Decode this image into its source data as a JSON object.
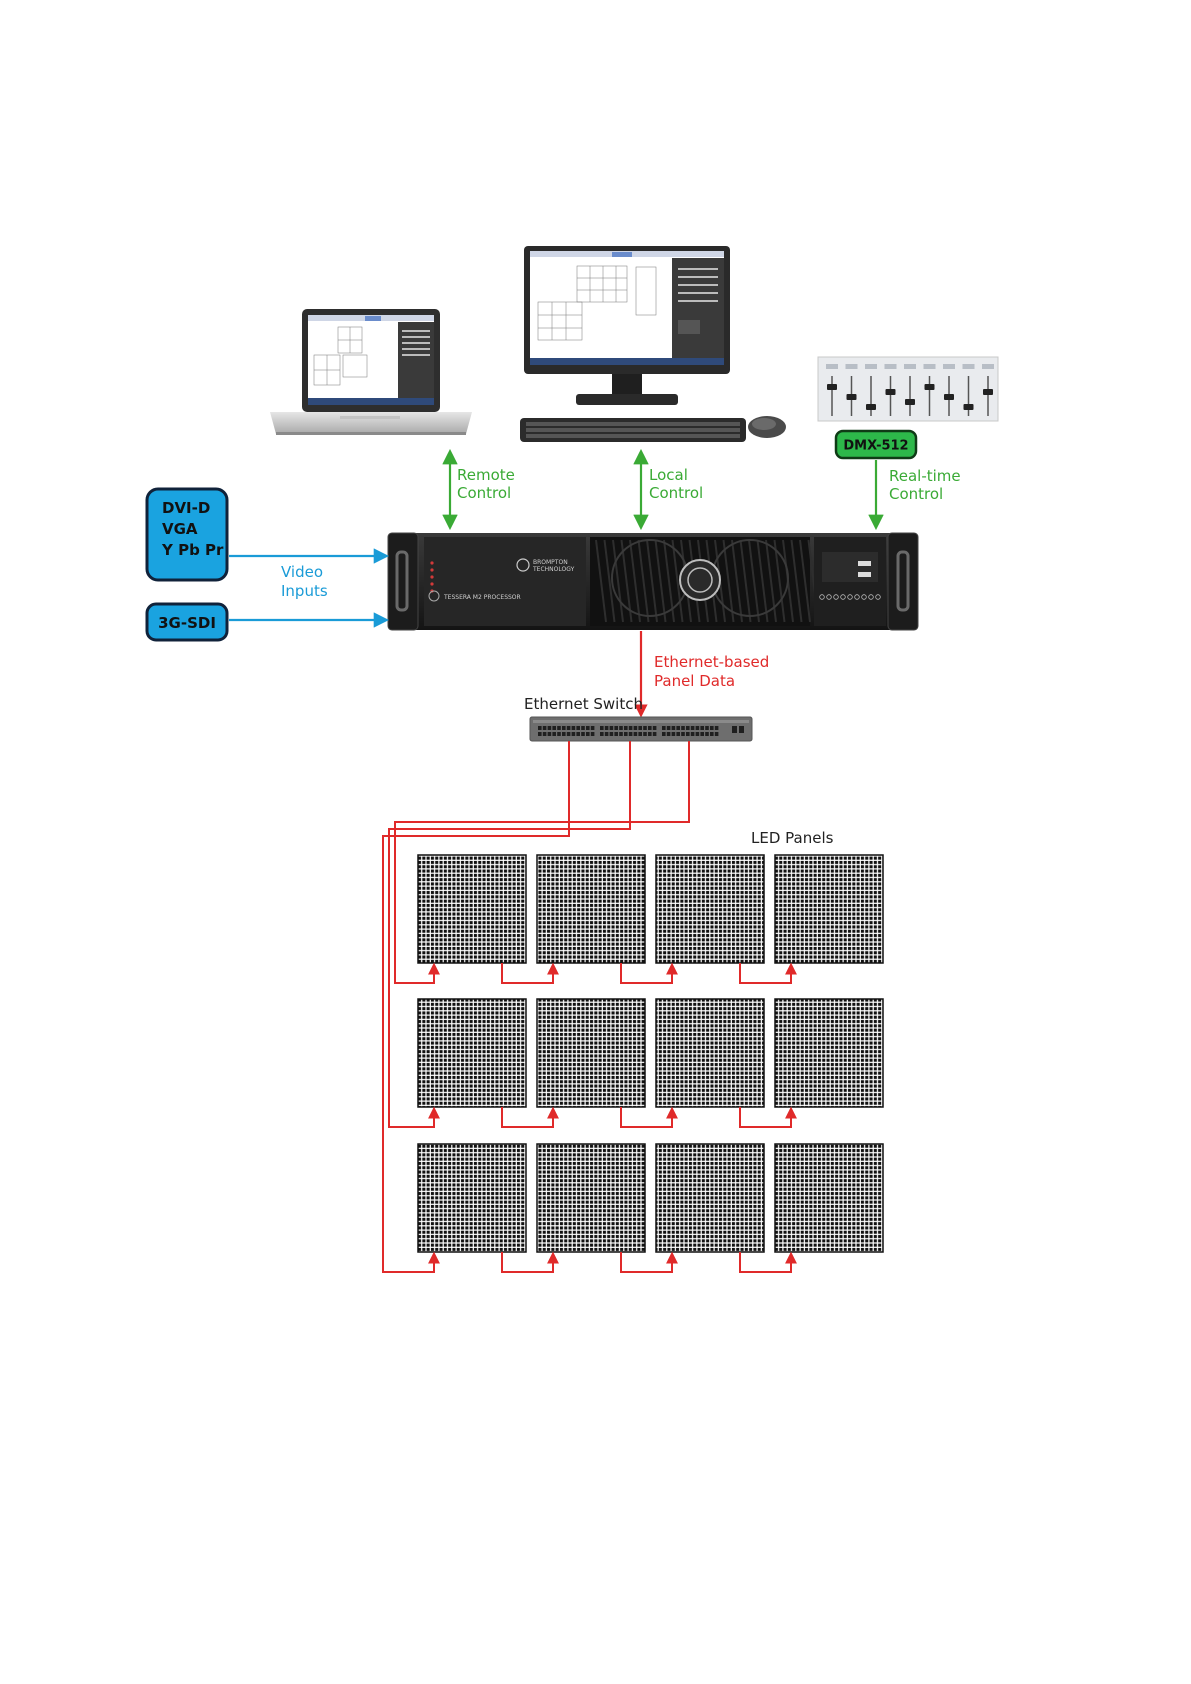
{
  "colors": {
    "control_line": "#3aaa35",
    "video_line": "#1a9bd7",
    "data_line": "#e02a2a",
    "input_box_fill": "#1aa3e0",
    "dmx_box_fill": "#2db84a"
  },
  "devices": {
    "laptop_icon": "laptop-icon",
    "desktop_icon": "desktop-computer-icon",
    "dmx_console_icon": "lighting-console-icon",
    "processor_icon": "rack-processor-icon",
    "switch_icon": "ethernet-switch-icon",
    "processor_brand": "BROMPTON",
    "processor_brand_sub": "TECHNOLOGY",
    "processor_model": "TESSERA M2 PROCESSOR"
  },
  "inputs": {
    "dvi_box_lines": [
      "DVI-D",
      "VGA",
      "Y Pb Pr"
    ],
    "sdi_box_label": "3G-SDI",
    "video_label_lines": [
      "Video",
      "Inputs"
    ]
  },
  "controls": {
    "remote_label_lines": [
      "Remote",
      "Control"
    ],
    "local_label_lines": [
      "Local",
      "Control"
    ],
    "dmx_box_label": "DMX-512",
    "realtime_label_lines": [
      "Real-time",
      "Control"
    ]
  },
  "network": {
    "data_label_lines": [
      "Ethernet-based",
      "Panel Data"
    ],
    "switch_label": "Ethernet Switch",
    "panels_label": "LED Panels",
    "panel_rows": 3,
    "panel_cols": 4
  }
}
